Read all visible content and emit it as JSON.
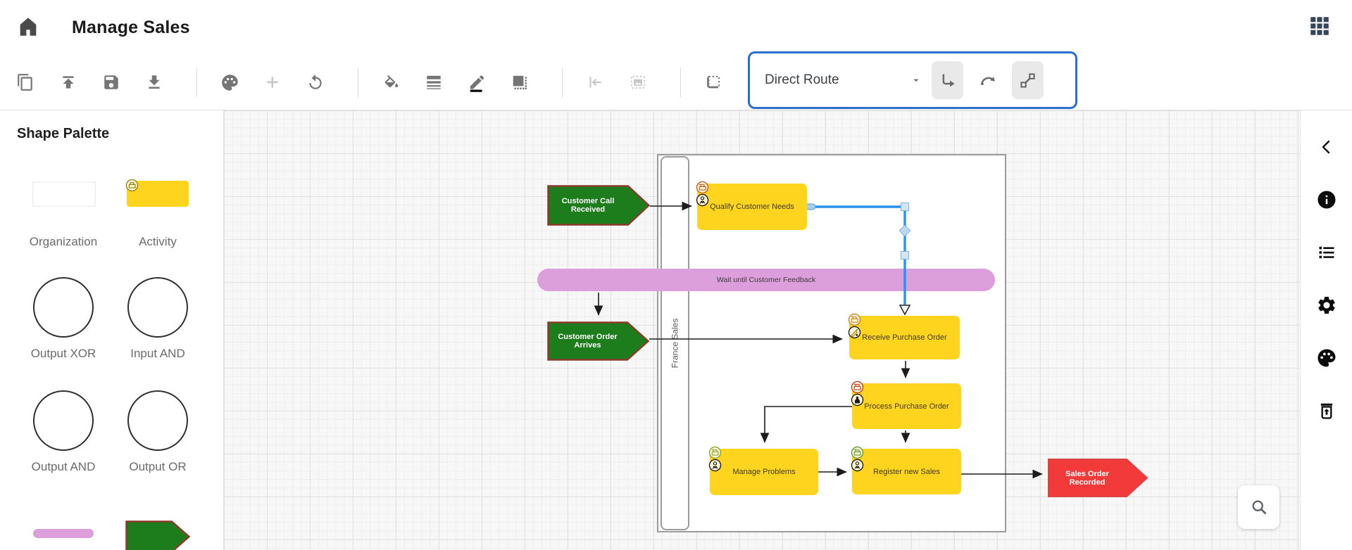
{
  "header": {
    "title": "Manage Sales",
    "icons": [
      "home-icon",
      "apps-grid-icon"
    ]
  },
  "toolbar": {
    "file_icons": [
      "copy-icon",
      "upload-icon",
      "save-icon",
      "download-icon"
    ],
    "edit_icons": [
      "palette-icon",
      "add-icon",
      "undo-icon"
    ],
    "style_icons": [
      "fill-color-icon",
      "line-width-icon",
      "pen-color-icon",
      "shadow-icon"
    ],
    "disabled_icons": [
      "align-left-icon",
      "image-icon"
    ],
    "select_icons": [
      "select-area-icon",
      "bring-to-view-icon"
    ],
    "route_dropdown": {
      "value": "Direct Route"
    },
    "connector_buttons": [
      "orthogonal-connector-icon",
      "curved-connector-icon",
      "straight-connector-icon"
    ]
  },
  "palette": {
    "title": "Shape Palette",
    "items": [
      {
        "label": "Organization",
        "shape": "rectangle"
      },
      {
        "label": "Activity",
        "shape": "yellow-rounded-rectangle"
      },
      {
        "label": "Output XOR",
        "shape": "circle"
      },
      {
        "label": "Input AND",
        "shape": "circle"
      },
      {
        "label": "Output AND",
        "shape": "circle"
      },
      {
        "label": "Output OR",
        "shape": "circle"
      }
    ],
    "extra_shapes": [
      "wait-ribbon-shape",
      "event-arrow-shape"
    ]
  },
  "diagram": {
    "lane_label": "France Sales",
    "nodes": {
      "event_call": "Customer Call Received",
      "task_qualify": "Qualify Customer Needs",
      "wait_bar": "Wait until Customer Feedback",
      "event_order": "Customer Order Arrives",
      "task_receive": "Receive Purchase Order",
      "task_process": "Process Purchase Order",
      "task_manage": "Manage Problems",
      "task_register": "Register new Sales",
      "event_recorded": "Sales Order Recorded"
    }
  },
  "right_sidebar": {
    "icons": [
      "chevron-left-icon",
      "info-icon",
      "list-icon",
      "settings-icon",
      "palette-icon",
      "trash-restore-icon"
    ]
  },
  "canvas": {
    "tools": [
      "search-icon"
    ]
  },
  "colors": {
    "accent_blue": "#2a6fce",
    "selection_blue": "#2a93ee",
    "activity_yellow": "#ffd41e",
    "event_green": "#1d7d1d",
    "event_border_brown": "#8c3a2b",
    "event_red": "#f33a3a",
    "wait_plum": "#dc9fdc"
  }
}
